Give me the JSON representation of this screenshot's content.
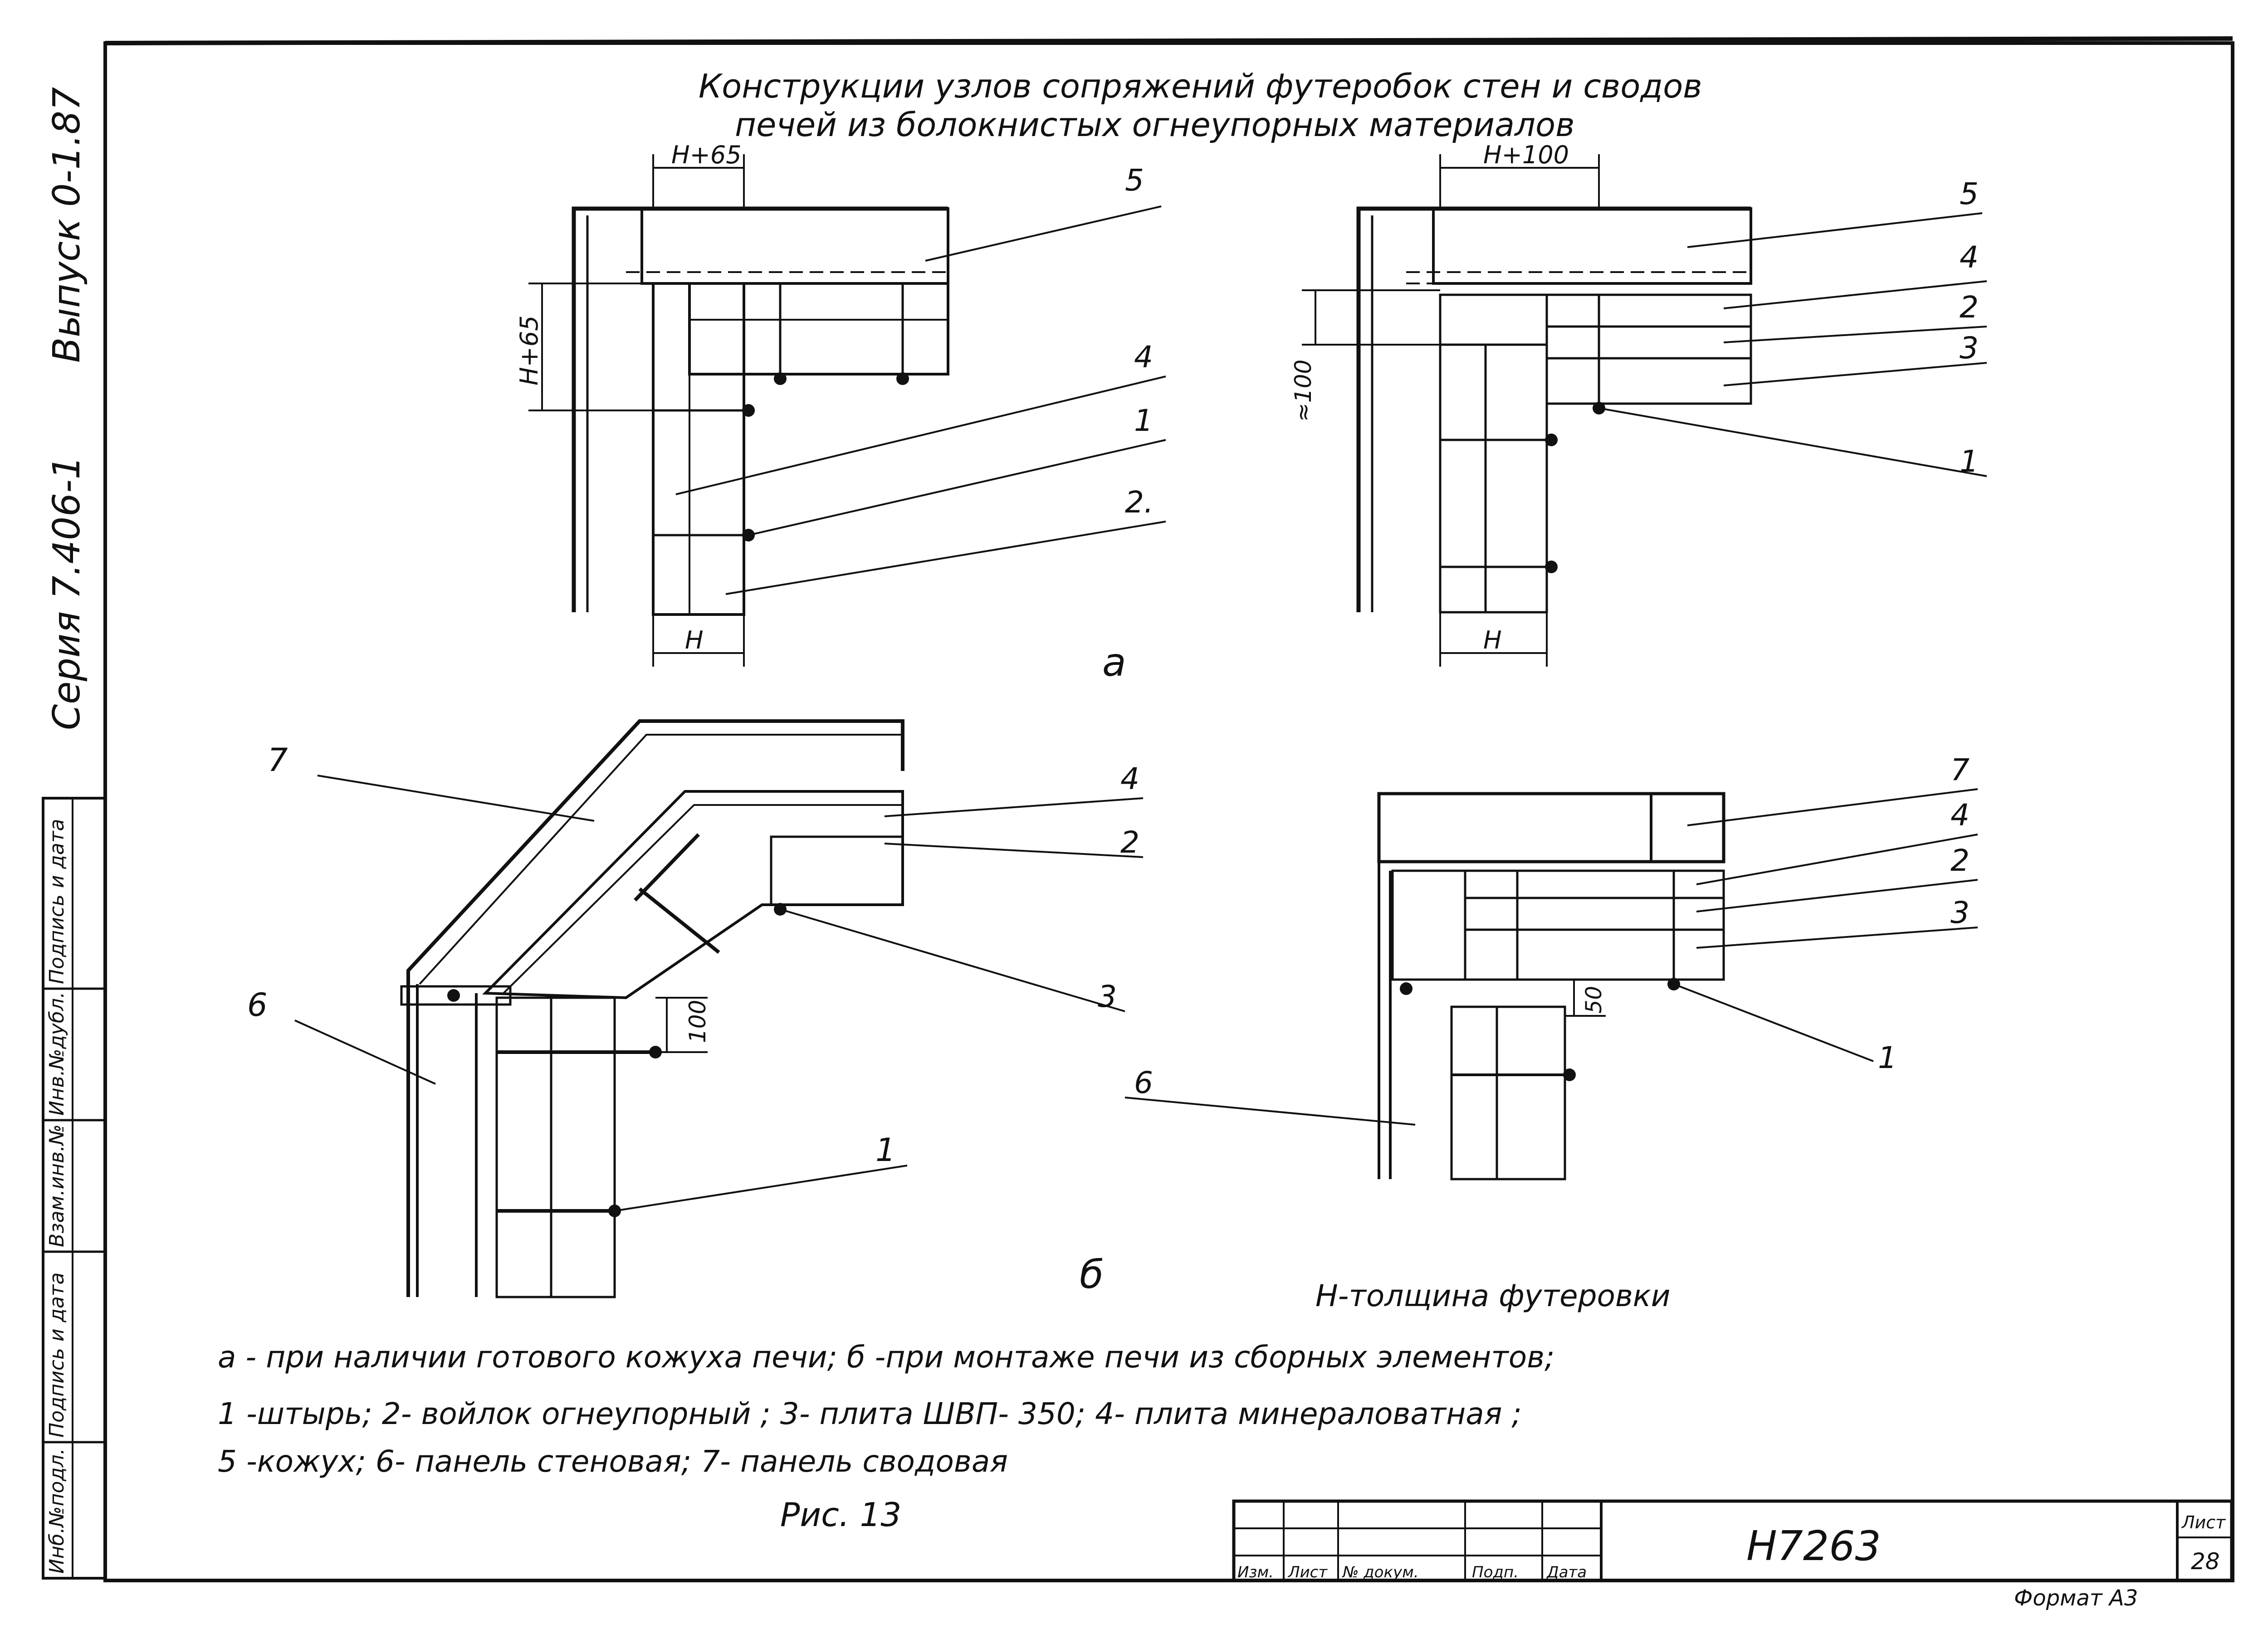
{
  "title": {
    "line1": "Конструкции узлов сопряжений футеробок стен и сводов",
    "line2": "печей из болокнистых огнеупорных материалов"
  },
  "margin_labels": {
    "series": "Серия 7.406-1",
    "issue": "Выпуск 0-1.87"
  },
  "side_stamp": [
    "Инб.№подл.",
    "Подпись и дата",
    "Взам.инв.№",
    "Инв.№дубл.",
    "Подпись и дата"
  ],
  "diagrams": {
    "top_left": {
      "dim_top": "H+65",
      "dim_side": "H+65",
      "dim_bottom": "H",
      "callouts": [
        "5",
        "4",
        "1",
        "2."
      ]
    },
    "top_right": {
      "dim_top": "H+100",
      "dim_side": "≈100",
      "dim_bottom": "H",
      "callouts": [
        "5",
        "4",
        "2",
        "3",
        "1"
      ]
    },
    "bottom_left": {
      "dim": "100",
      "callouts": [
        "7",
        "4",
        "2",
        "3",
        "6",
        "1"
      ]
    },
    "bottom_right": {
      "dim": "50",
      "callouts": [
        "7",
        "4",
        "2",
        "3",
        "1",
        "6"
      ]
    },
    "label_a": "а",
    "label_b": "б"
  },
  "legend": {
    "thickness": "Н-толщина футеровки",
    "line1": "а - при наличии готового кожуха печи;   б -при монтаже печи из сборных элементов;",
    "line2": "1 -штырь;   2- войлок огнеупорный ;  3- плита ШВП- 350;  4-  плита минераловатная ;",
    "line3": "5 -кожух;  6- панель стеновая;  7- панель сводовая",
    "figure": "Рис. 13"
  },
  "title_block": {
    "doc_number": "Н7263",
    "sheet_label": "Лист",
    "sheet_number": "28",
    "format": "Формат А3",
    "columns": [
      "Изм.",
      "Лист",
      "№ докум.",
      "Подп.",
      "Дата"
    ]
  }
}
